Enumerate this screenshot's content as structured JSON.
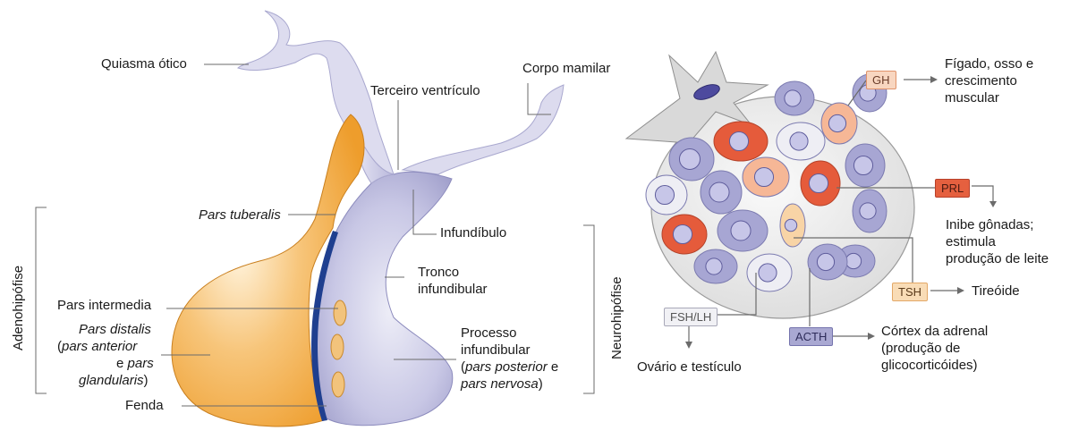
{
  "labels": {
    "quiasma": "Quiasma ótico",
    "terceiro_ventriculo": "Terceiro ventrículo",
    "corpo_mamilar": "Corpo mamilar",
    "pars_tuberalis": "Pars tuberalis",
    "infundibulo": "Infundíbulo",
    "tronco_1": "Tronco",
    "tronco_2": "infundibular",
    "pars_intermedia": "Pars intermedia",
    "pars_distalis_1": "Pars distalis",
    "pars_distalis_2a": "(",
    "pars_distalis_2b": "pars anterior",
    "pars_distalis_3a": "e ",
    "pars_distalis_3b": "pars",
    "pars_distalis_4a": "glandularis",
    "pars_distalis_4b": ")",
    "fenda": "Fenda",
    "processo_1": "Processo",
    "processo_2": "infundibular",
    "processo_3a": "(",
    "processo_3b": "pars posterior",
    "processo_3c": " e",
    "processo_4a": "pars nervosa",
    "processo_4b": ")",
    "adenohipofise": "Adenohipófise",
    "neurohipofise": "Neurohipófise"
  },
  "hormones": {
    "gh": "GH",
    "prl": "PRL",
    "tsh": "TSH",
    "fsh_lh": "FSH/LH",
    "acth": "ACTH"
  },
  "targets": {
    "gh_1": "Fígado, osso e",
    "gh_2": "crescimento",
    "gh_3": "muscular",
    "prl_1": "Inibe gônadas;",
    "prl_2": "estimula",
    "prl_3": "produção de leite",
    "tsh": "Tireóide",
    "fsh_lh": "Ovário e testículo",
    "acth_1": "Córtex da adrenal",
    "acth_2": "(produção de",
    "acth_3": "glicocorticóides)"
  },
  "colors": {
    "adeno": "#f4ad4f",
    "neuro": "#c9c8e6",
    "intermedia": "#1f3f8f",
    "gh_cell": "#f6b796",
    "prl_cell": "#e55b3b",
    "tsh_cell": "#f8d4a6",
    "acth_cell": "#a7a6d3",
    "fsh_cell": "#eeeef4"
  }
}
